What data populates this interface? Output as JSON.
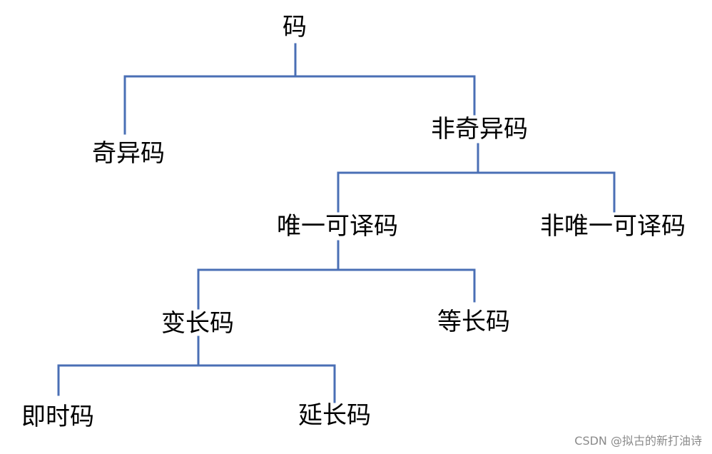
{
  "colors": {
    "line": "#4a6fb5",
    "text": "#000000",
    "watermark": "#8a8a8a"
  },
  "tree": {
    "root": "码",
    "singular": "奇异码",
    "non_singular": "非奇异码",
    "uniquely_decodable": "唯一可译码",
    "non_uniquely_decodable": "非唯一可译码",
    "variable_length": "变长码",
    "fixed_length": "等长码",
    "instantaneous": "即时码",
    "delayed": "延长码"
  },
  "watermark": "CSDN @拟古的新打油诗"
}
